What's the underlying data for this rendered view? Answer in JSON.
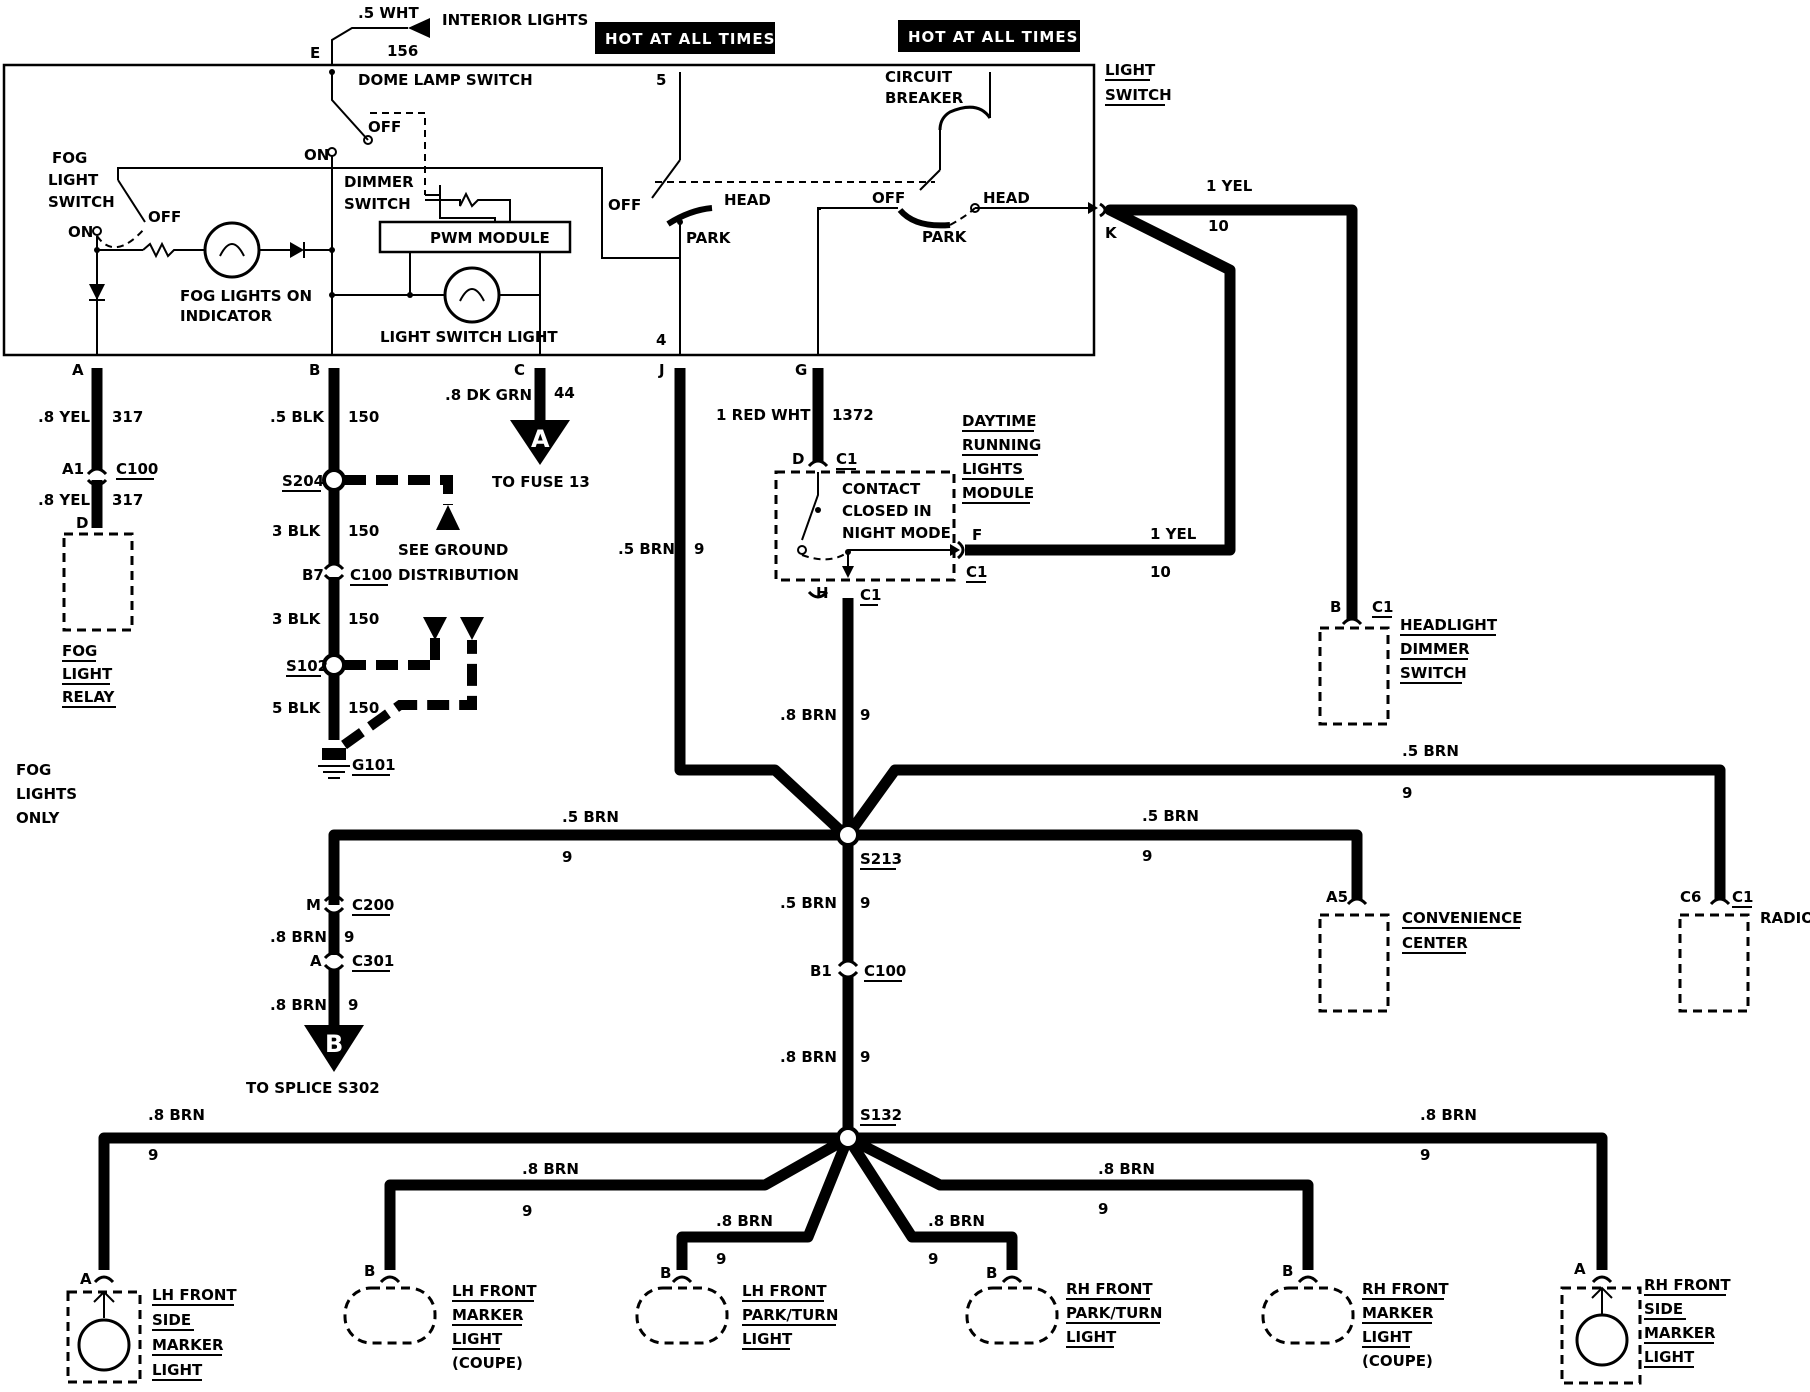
{
  "badges": {
    "hot1": "HOT AT ALL TIMES",
    "hot2": "HOT AT ALL TIMES"
  },
  "top": {
    "interior_wire": ".5 WHT",
    "interior_circuit": "156",
    "interior_label": "INTERIOR LIGHTS",
    "pin_e": "E"
  },
  "light_switch": {
    "title_line1": "LIGHT",
    "title_line2": "SWITCH",
    "dome_lamp_switch": "DOME LAMP SWITCH",
    "off": "OFF",
    "on": "ON",
    "fog_light_switch_1": "FOG",
    "fog_light_switch_2": "LIGHT",
    "fog_light_switch_3": "SWITCH",
    "dimmer_1": "DIMMER",
    "dimmer_2": "SWITCH",
    "pwm_module": "PWM MODULE",
    "fog_indicator_1": "FOG LIGHTS ON",
    "fog_indicator_2": "INDICATOR",
    "light_switch_light": "LIGHT SWITCH LIGHT",
    "circuit_breaker_1": "CIRCUIT",
    "circuit_breaker_2": "BREAKER",
    "head": "HEAD",
    "park": "PARK",
    "pin5": "5",
    "pin4": "4"
  },
  "pins_bottom": {
    "a": "A",
    "b": "B",
    "c": "C",
    "j": "J",
    "g": "G",
    "k": "K"
  },
  "fog_relay_branch": {
    "wire1": ".8 YEL",
    "ckt1": "317",
    "conn_pin": "A1",
    "conn": "C100",
    "wire2": ".8 YEL",
    "ckt2": "317",
    "pin_d": "D",
    "relay_1": "FOG",
    "relay_2": "LIGHT",
    "relay_3": "RELAY"
  },
  "fog_only": {
    "l1": "FOG",
    "l2": "LIGHTS",
    "l3": "ONLY"
  },
  "ground_branch": {
    "w1": ".5 BLK",
    "c1": "150",
    "s204": "S204",
    "w2": "3 BLK",
    "c2": "150",
    "pin_b7": "B7",
    "conn": "C100",
    "w3": "3 BLK",
    "c3": "150",
    "s102": "S102",
    "w4": "5 BLK",
    "c4": "150",
    "g101": "G101",
    "see_ground_1": "SEE GROUND",
    "see_ground_2": "DISTRIBUTION"
  },
  "fuse_branch": {
    "wire": ".8 DK GRN",
    "ckt": "44",
    "letter": "A",
    "to": "TO FUSE 13"
  },
  "drl": {
    "wire": "1 RED WHT",
    "ckt": "1372",
    "pin_d": "D",
    "conn_c1": "C1",
    "title_1": "DAYTIME",
    "title_2": "RUNNING",
    "title_3": "LIGHTS",
    "title_4": "MODULE",
    "contact_1": "CONTACT",
    "contact_2": "CLOSED IN",
    "contact_3": "NIGHT MODE",
    "pin_f": "F",
    "pin_f_conn": "C1",
    "pin_h": "H",
    "pin_h_conn": "C1",
    "f_wire": "1 YEL",
    "f_ckt": "10"
  },
  "k_branch": {
    "wire": "1 YEL",
    "ckt": "10"
  },
  "headlight_dimmer": {
    "pin": "B",
    "conn": "C1",
    "l1": "HEADLIGHT",
    "l2": "DIMMER",
    "l3": "SWITCH"
  },
  "j_branch": {
    "wire": ".5 BRN",
    "ckt": "9"
  },
  "h_branch": {
    "wire": ".8 BRN",
    "ckt": "9"
  },
  "radio_branch": {
    "wire": ".5 BRN",
    "ckt": "9",
    "pin": "C6",
    "conn": "C1",
    "label": "RADIO"
  },
  "left_bus": {
    "wire": ".5 BRN",
    "ckt": "9"
  },
  "conv_branch": {
    "wire": ".5 BRN",
    "ckt": "9",
    "pin": "A5",
    "l1": "CONVENIENCE",
    "l2": "CENTER"
  },
  "s213": "S213",
  "c200_branch": {
    "pin_m": "M",
    "c200": "C200",
    "wire1": ".8 BRN",
    "ckt1": "9",
    "pin_a": "A",
    "c301": "C301",
    "wire2": ".8 BRN",
    "ckt2": "9",
    "letter": "B",
    "to": "TO SPLICE S302"
  },
  "down_branch": {
    "wire1": ".5 BRN",
    "ckt1": "9",
    "pin_b1": "B1",
    "conn": "C100",
    "wire2": ".8 BRN",
    "ckt2": "9"
  },
  "s132": "S132",
  "lamps": {
    "lh_side": {
      "wire": ".8 BRN",
      "ckt": "9",
      "pin": "A",
      "l1": "LH FRONT",
      "l2": "SIDE",
      "l3": "MARKER",
      "l4": "LIGHT"
    },
    "lh_marker": {
      "wire": ".8 BRN",
      "ckt": "9",
      "pin": "B",
      "l1": "LH FRONT",
      "l2": "MARKER",
      "l3": "LIGHT",
      "l4": "(COUPE)"
    },
    "lh_park": {
      "wire": ".8 BRN",
      "ckt": "9",
      "pin": "B",
      "l1": "LH FRONT",
      "l2": "PARK/TURN",
      "l3": "LIGHT"
    },
    "rh_park": {
      "wire": ".8 BRN",
      "ckt": "9",
      "pin": "B",
      "l1": "RH FRONT",
      "l2": "PARK/TURN",
      "l3": "LIGHT"
    },
    "rh_marker": {
      "wire": ".8 BRN",
      "ckt": "9",
      "pin": "B",
      "l1": "RH FRONT",
      "l2": "MARKER",
      "l3": "LIGHT",
      "l4": "(COUPE)"
    },
    "rh_side": {
      "wire": ".8 BRN",
      "ckt": "9",
      "pin": "A",
      "l1": "RH FRONT",
      "l2": "SIDE",
      "l3": "MARKER",
      "l4": "LIGHT"
    }
  }
}
